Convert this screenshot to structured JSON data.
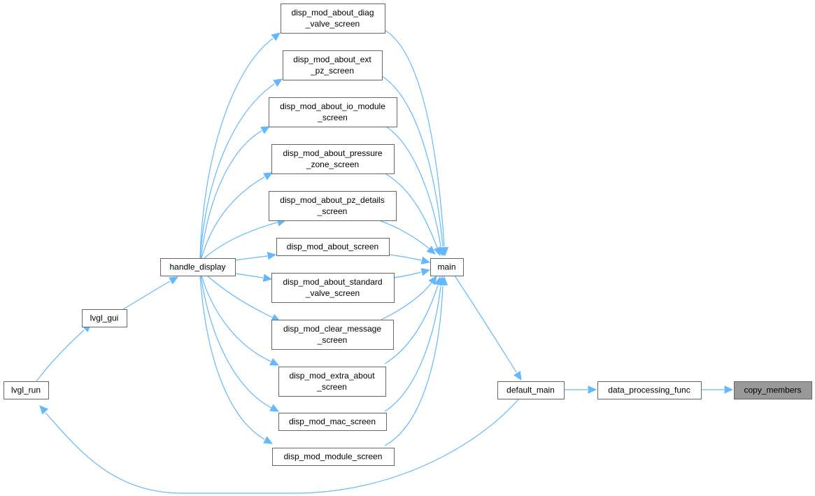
{
  "colors": {
    "edge": "#63b8ff",
    "node_fill": "#ffffff",
    "node_border": "#666666",
    "highlight_fill": "#999999",
    "text": "#000000"
  },
  "nodes": {
    "copy_members": {
      "lines": [
        "copy_members"
      ],
      "highlighted": true
    },
    "data_processing_func": {
      "lines": [
        "data_processing_func"
      ]
    },
    "default_main": {
      "lines": [
        "default_main"
      ]
    },
    "main": {
      "lines": [
        "main"
      ]
    },
    "lvgl_run": {
      "lines": [
        "lvgl_run"
      ]
    },
    "lvgl_gui": {
      "lines": [
        "lvgl_gui"
      ]
    },
    "handle_display": {
      "lines": [
        "handle_display"
      ]
    },
    "about_diag_valve": {
      "lines": [
        "disp_mod_about_diag",
        "_valve_screen"
      ]
    },
    "about_ext_pz": {
      "lines": [
        "disp_mod_about_ext",
        "_pz_screen"
      ]
    },
    "about_io_module": {
      "lines": [
        "disp_mod_about_io_module",
        "_screen"
      ]
    },
    "about_pressure_zone": {
      "lines": [
        "disp_mod_about_pressure",
        "_zone_screen"
      ]
    },
    "about_pz_details": {
      "lines": [
        "disp_mod_about_pz_details",
        "_screen"
      ]
    },
    "about_screen": {
      "lines": [
        "disp_mod_about_screen"
      ]
    },
    "about_standard_valve": {
      "lines": [
        "disp_mod_about_standard",
        "_valve_screen"
      ]
    },
    "clear_message": {
      "lines": [
        "disp_mod_clear_message",
        "_screen"
      ]
    },
    "extra_about": {
      "lines": [
        "disp_mod_extra_about",
        "_screen"
      ]
    },
    "mac_screen": {
      "lines": [
        "disp_mod_mac_screen"
      ]
    },
    "module_screen": {
      "lines": [
        "disp_mod_module_screen"
      ]
    }
  },
  "edges": [
    {
      "from": "data_processing_func",
      "to": "copy_members"
    },
    {
      "from": "default_main",
      "to": "data_processing_func"
    },
    {
      "from": "main",
      "to": "default_main"
    },
    {
      "from": "default_main",
      "to": "lvgl_run"
    },
    {
      "from": "lvgl_run",
      "to": "lvgl_gui"
    },
    {
      "from": "lvgl_gui",
      "to": "handle_display"
    },
    {
      "from": "handle_display",
      "to": "about_diag_valve"
    },
    {
      "from": "handle_display",
      "to": "about_ext_pz"
    },
    {
      "from": "handle_display",
      "to": "about_io_module"
    },
    {
      "from": "handle_display",
      "to": "about_pressure_zone"
    },
    {
      "from": "handle_display",
      "to": "about_pz_details"
    },
    {
      "from": "handle_display",
      "to": "about_screen"
    },
    {
      "from": "handle_display",
      "to": "about_standard_valve"
    },
    {
      "from": "handle_display",
      "to": "clear_message"
    },
    {
      "from": "handle_display",
      "to": "extra_about"
    },
    {
      "from": "handle_display",
      "to": "mac_screen"
    },
    {
      "from": "handle_display",
      "to": "module_screen"
    },
    {
      "from": "about_diag_valve",
      "to": "main"
    },
    {
      "from": "about_ext_pz",
      "to": "main"
    },
    {
      "from": "about_io_module",
      "to": "main"
    },
    {
      "from": "about_pressure_zone",
      "to": "main"
    },
    {
      "from": "about_pz_details",
      "to": "main"
    },
    {
      "from": "about_screen",
      "to": "main"
    },
    {
      "from": "about_standard_valve",
      "to": "main"
    },
    {
      "from": "clear_message",
      "to": "main"
    },
    {
      "from": "extra_about",
      "to": "main"
    },
    {
      "from": "mac_screen",
      "to": "main"
    },
    {
      "from": "module_screen",
      "to": "main"
    }
  ]
}
